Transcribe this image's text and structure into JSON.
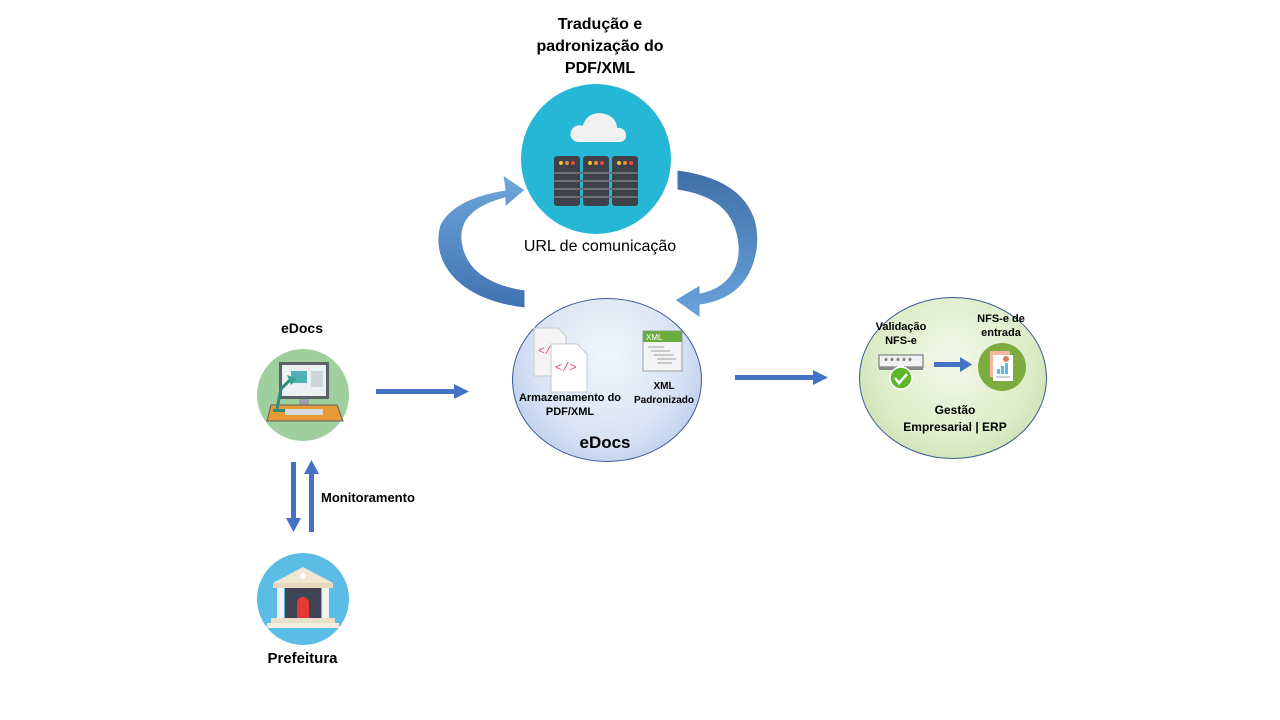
{
  "diagram": {
    "top_node": {
      "title": "Tradução e padronização do PDF/XML",
      "icon": "cloud-server-icon",
      "color": "#27b7d6"
    },
    "loop_label": "URL de comunicação",
    "center_node": {
      "label": "eDocs",
      "storage_label": "Armazenamento do PDF/XML",
      "xml_label": "XML Padronizado",
      "icons": [
        "code-documents-icon",
        "xml-file-icon"
      ]
    },
    "left_node": {
      "label": "eDocs",
      "icon": "workstation-icon",
      "color": "#9ecf9c"
    },
    "bottom_node": {
      "label": "Prefeitura",
      "icon": "city-hall-icon",
      "color": "#5bbde6"
    },
    "monitor_label": "Monitoramento",
    "erp_node": {
      "label": "Gestão Empresarial | ERP",
      "validation_label": "Validação NFS-e",
      "validation_mask": "*****",
      "incoming_label": "NFS-e de entrada",
      "icons": [
        "password-check-icon",
        "invoice-icon"
      ]
    },
    "arrow_color": "#4472c4"
  }
}
